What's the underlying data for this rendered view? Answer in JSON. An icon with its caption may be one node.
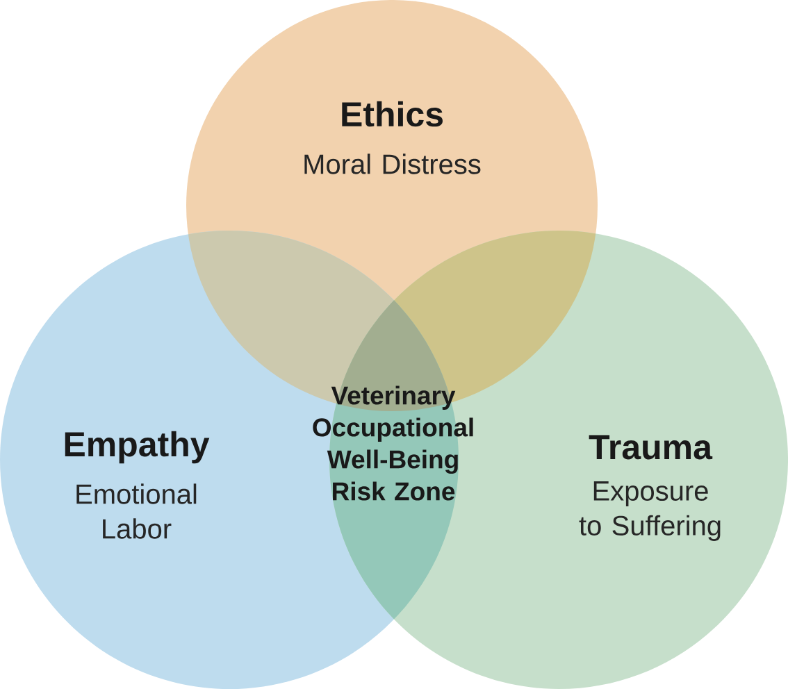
{
  "diagram": {
    "nodes": [
      {
        "text": [
          "Ethics",
          "Moral Distress"
        ]
      },
      {
        "text": [
          "Empathy",
          "Emotional Labor"
        ]
      },
      {
        "text": [
          "Trauma",
          "Exposure to Suffering"
        ]
      }
    ],
    "labels": [
      "Veterinary Occupational Well-Being Risk Zone"
    ]
  }
}
